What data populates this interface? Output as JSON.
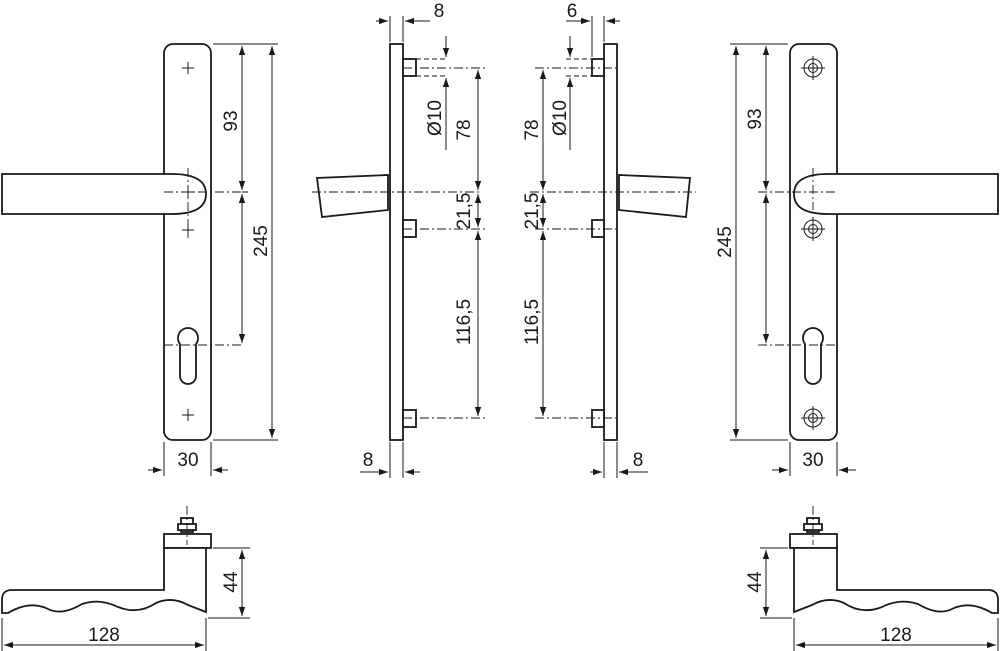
{
  "dimensions": {
    "left_front": {
      "offset": "93",
      "total": "245",
      "width": "30"
    },
    "left_side": {
      "top": "8",
      "bottom": "8",
      "bore": "Ø10",
      "span_a": "78",
      "span_b": "21,5",
      "span_c": "116,5"
    },
    "right_side": {
      "top": "6",
      "bottom": "8",
      "bore": "Ø10",
      "span_a": "78",
      "span_b": "21,5",
      "span_c": "116,5"
    },
    "right_front": {
      "offset": "93",
      "total": "245",
      "width": "30"
    },
    "left_plan": {
      "height": "44",
      "length": "128"
    },
    "right_plan": {
      "height": "44",
      "length": "128"
    }
  }
}
